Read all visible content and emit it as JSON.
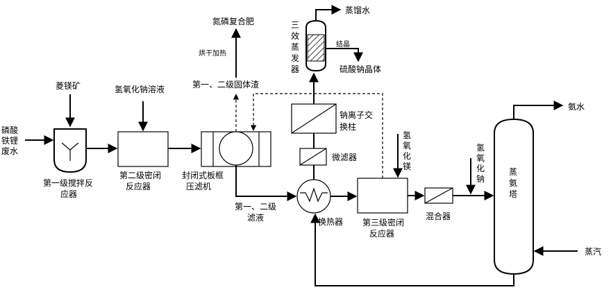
{
  "labels": {
    "wastewater": [
      "磷酸",
      "铁锂",
      "废水"
    ],
    "siderite": "菱镁矿",
    "stirred_reactor": [
      "第一级搅拌反",
      "应器"
    ],
    "naoh_solution": "氢氧化钠溶液",
    "sealed_reactor2": [
      "第二级密闭",
      "反应器"
    ],
    "filter_press": [
      "封闭式板框",
      "压滤机"
    ],
    "solid_residue": "第一、二级固体渣",
    "drying": "烘干加热",
    "npk_fertilizer": "氮磷复合肥",
    "filtrate": [
      "第一、二级",
      "滤液"
    ],
    "heat_exchanger": "换热器",
    "microfilter": "微滤器",
    "ion_exchange": [
      "钠离子交",
      "换柱"
    ],
    "evaporator": [
      "三",
      "效",
      "蒸",
      "发",
      "器"
    ],
    "distilled_water": "蒸馏水",
    "crystallization": "结晶",
    "sodium_sulfate": "硫酸钠晶体",
    "sealed_reactor3": [
      "第三级密闭",
      "反应器"
    ],
    "mg_hydroxide": [
      "氢",
      "氧",
      "化",
      "镁"
    ],
    "naoh": [
      "氢",
      "氧",
      "化",
      "钠"
    ],
    "mixer": "混合器",
    "ammonia_water": "氨水",
    "stripping_tower": [
      "蒸",
      "氨",
      "塔"
    ],
    "steam": "蒸汽"
  }
}
